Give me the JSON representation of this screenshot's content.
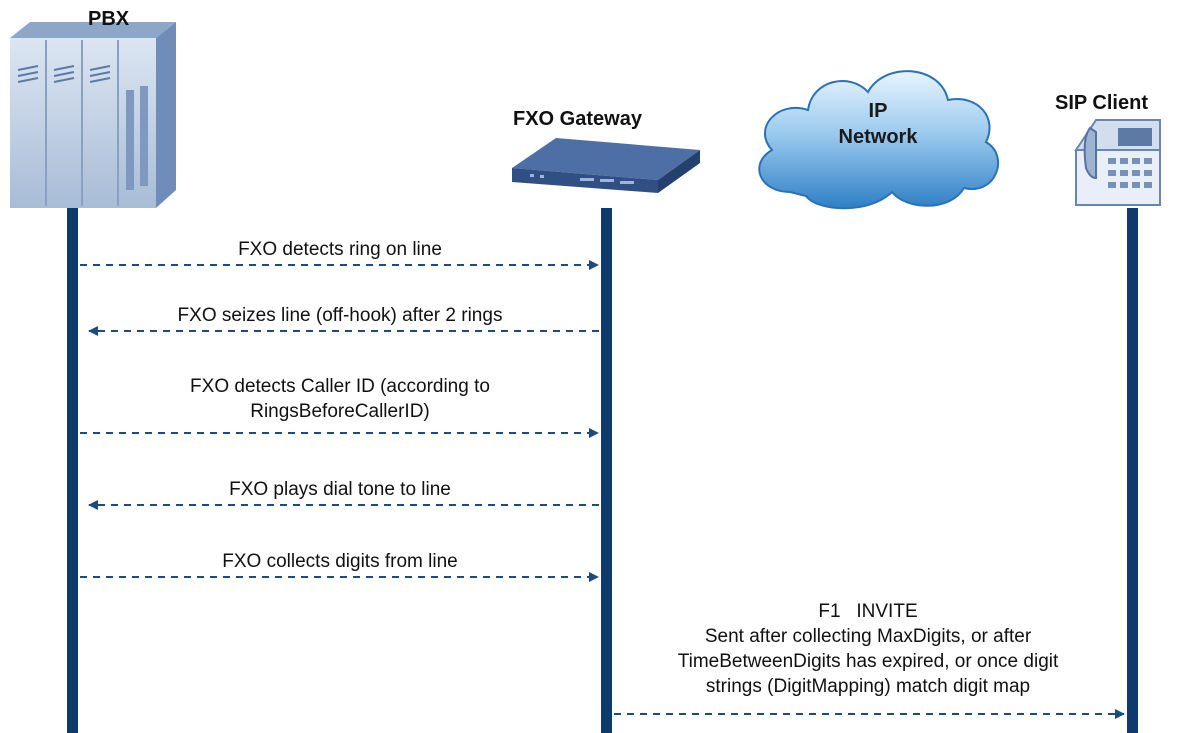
{
  "entities": {
    "pbx": {
      "label": "PBX"
    },
    "gateway": {
      "label": "FXO Gateway"
    },
    "network": {
      "line1": "IP",
      "line2": "Network"
    },
    "sip_client": {
      "label": "SIP Client"
    }
  },
  "messages": [
    {
      "lines": [
        "FXO detects ring on line"
      ],
      "direction": "right"
    },
    {
      "lines": [
        "FXO seizes line (off-hook) after 2 rings"
      ],
      "direction": "left"
    },
    {
      "lines": [
        "FXO detects Caller ID (according to",
        "RingsBeforeCallerID)"
      ],
      "direction": "right"
    },
    {
      "lines": [
        "FXO plays dial tone to line"
      ],
      "direction": "left"
    },
    {
      "lines": [
        "FXO collects digits from line"
      ],
      "direction": "right"
    },
    {
      "lines": [
        "F1   INVITE",
        "Sent after collecting MaxDigits, or after",
        "TimeBetweenDigits has expired, or once digit",
        "strings (DigitMapping) match digit map"
      ],
      "direction": "right"
    }
  ],
  "colors": {
    "lifeline": "#0e3a6e",
    "arrow": "#1f4a7e",
    "device_blue": "#3d5f96",
    "pbx_light": "#c5d3e6",
    "cloud": "#3b8fd4"
  }
}
